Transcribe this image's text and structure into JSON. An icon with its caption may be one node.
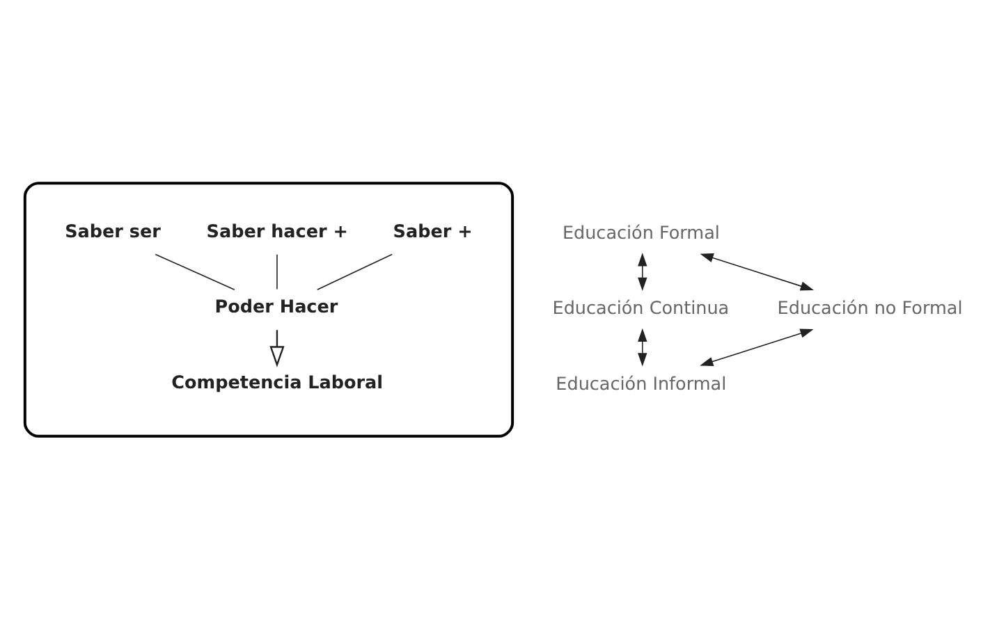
{
  "diagram": {
    "nodes": [
      {
        "text": [],
        "shape": "ellipse"
      },
      {
        "text": [
          "Saber +"
        ],
        "in": 0
      },
      {
        "text": [
          "Saber hacer +"
        ],
        "in": 0
      },
      {
        "text": [
          "Saber ser"
        ],
        "in": 0
      },
      {
        "text": [
          "Poder Hacer"
        ],
        "in": 0
      },
      {
        "text": [
          "Competencia Laboral"
        ],
        "in": 0
      },
      {
        "text": [
          "Educación Formal"
        ]
      },
      {
        "text": [
          "Educación Continua"
        ]
      },
      {
        "text": [
          "Educación Informal"
        ]
      },
      {
        "text": [
          "Educación no Formal"
        ]
      }
    ],
    "edges": [
      {
        "from": 1,
        "to": 4,
        "arrow": "none"
      },
      {
        "from": 2,
        "to": 4,
        "arrow": "none"
      },
      {
        "from": 3,
        "to": 4,
        "arrow": "none"
      },
      {
        "from": 4,
        "to": 5,
        "arrow": "to"
      },
      {
        "from": 9,
        "to": 6,
        "arrow": "both"
      },
      {
        "from": 6,
        "to": 7,
        "arrow": "both"
      },
      {
        "from": 7,
        "to": 8,
        "arrow": "both"
      },
      {
        "from": 8,
        "to": 9,
        "arrow": "both"
      }
    ]
  }
}
